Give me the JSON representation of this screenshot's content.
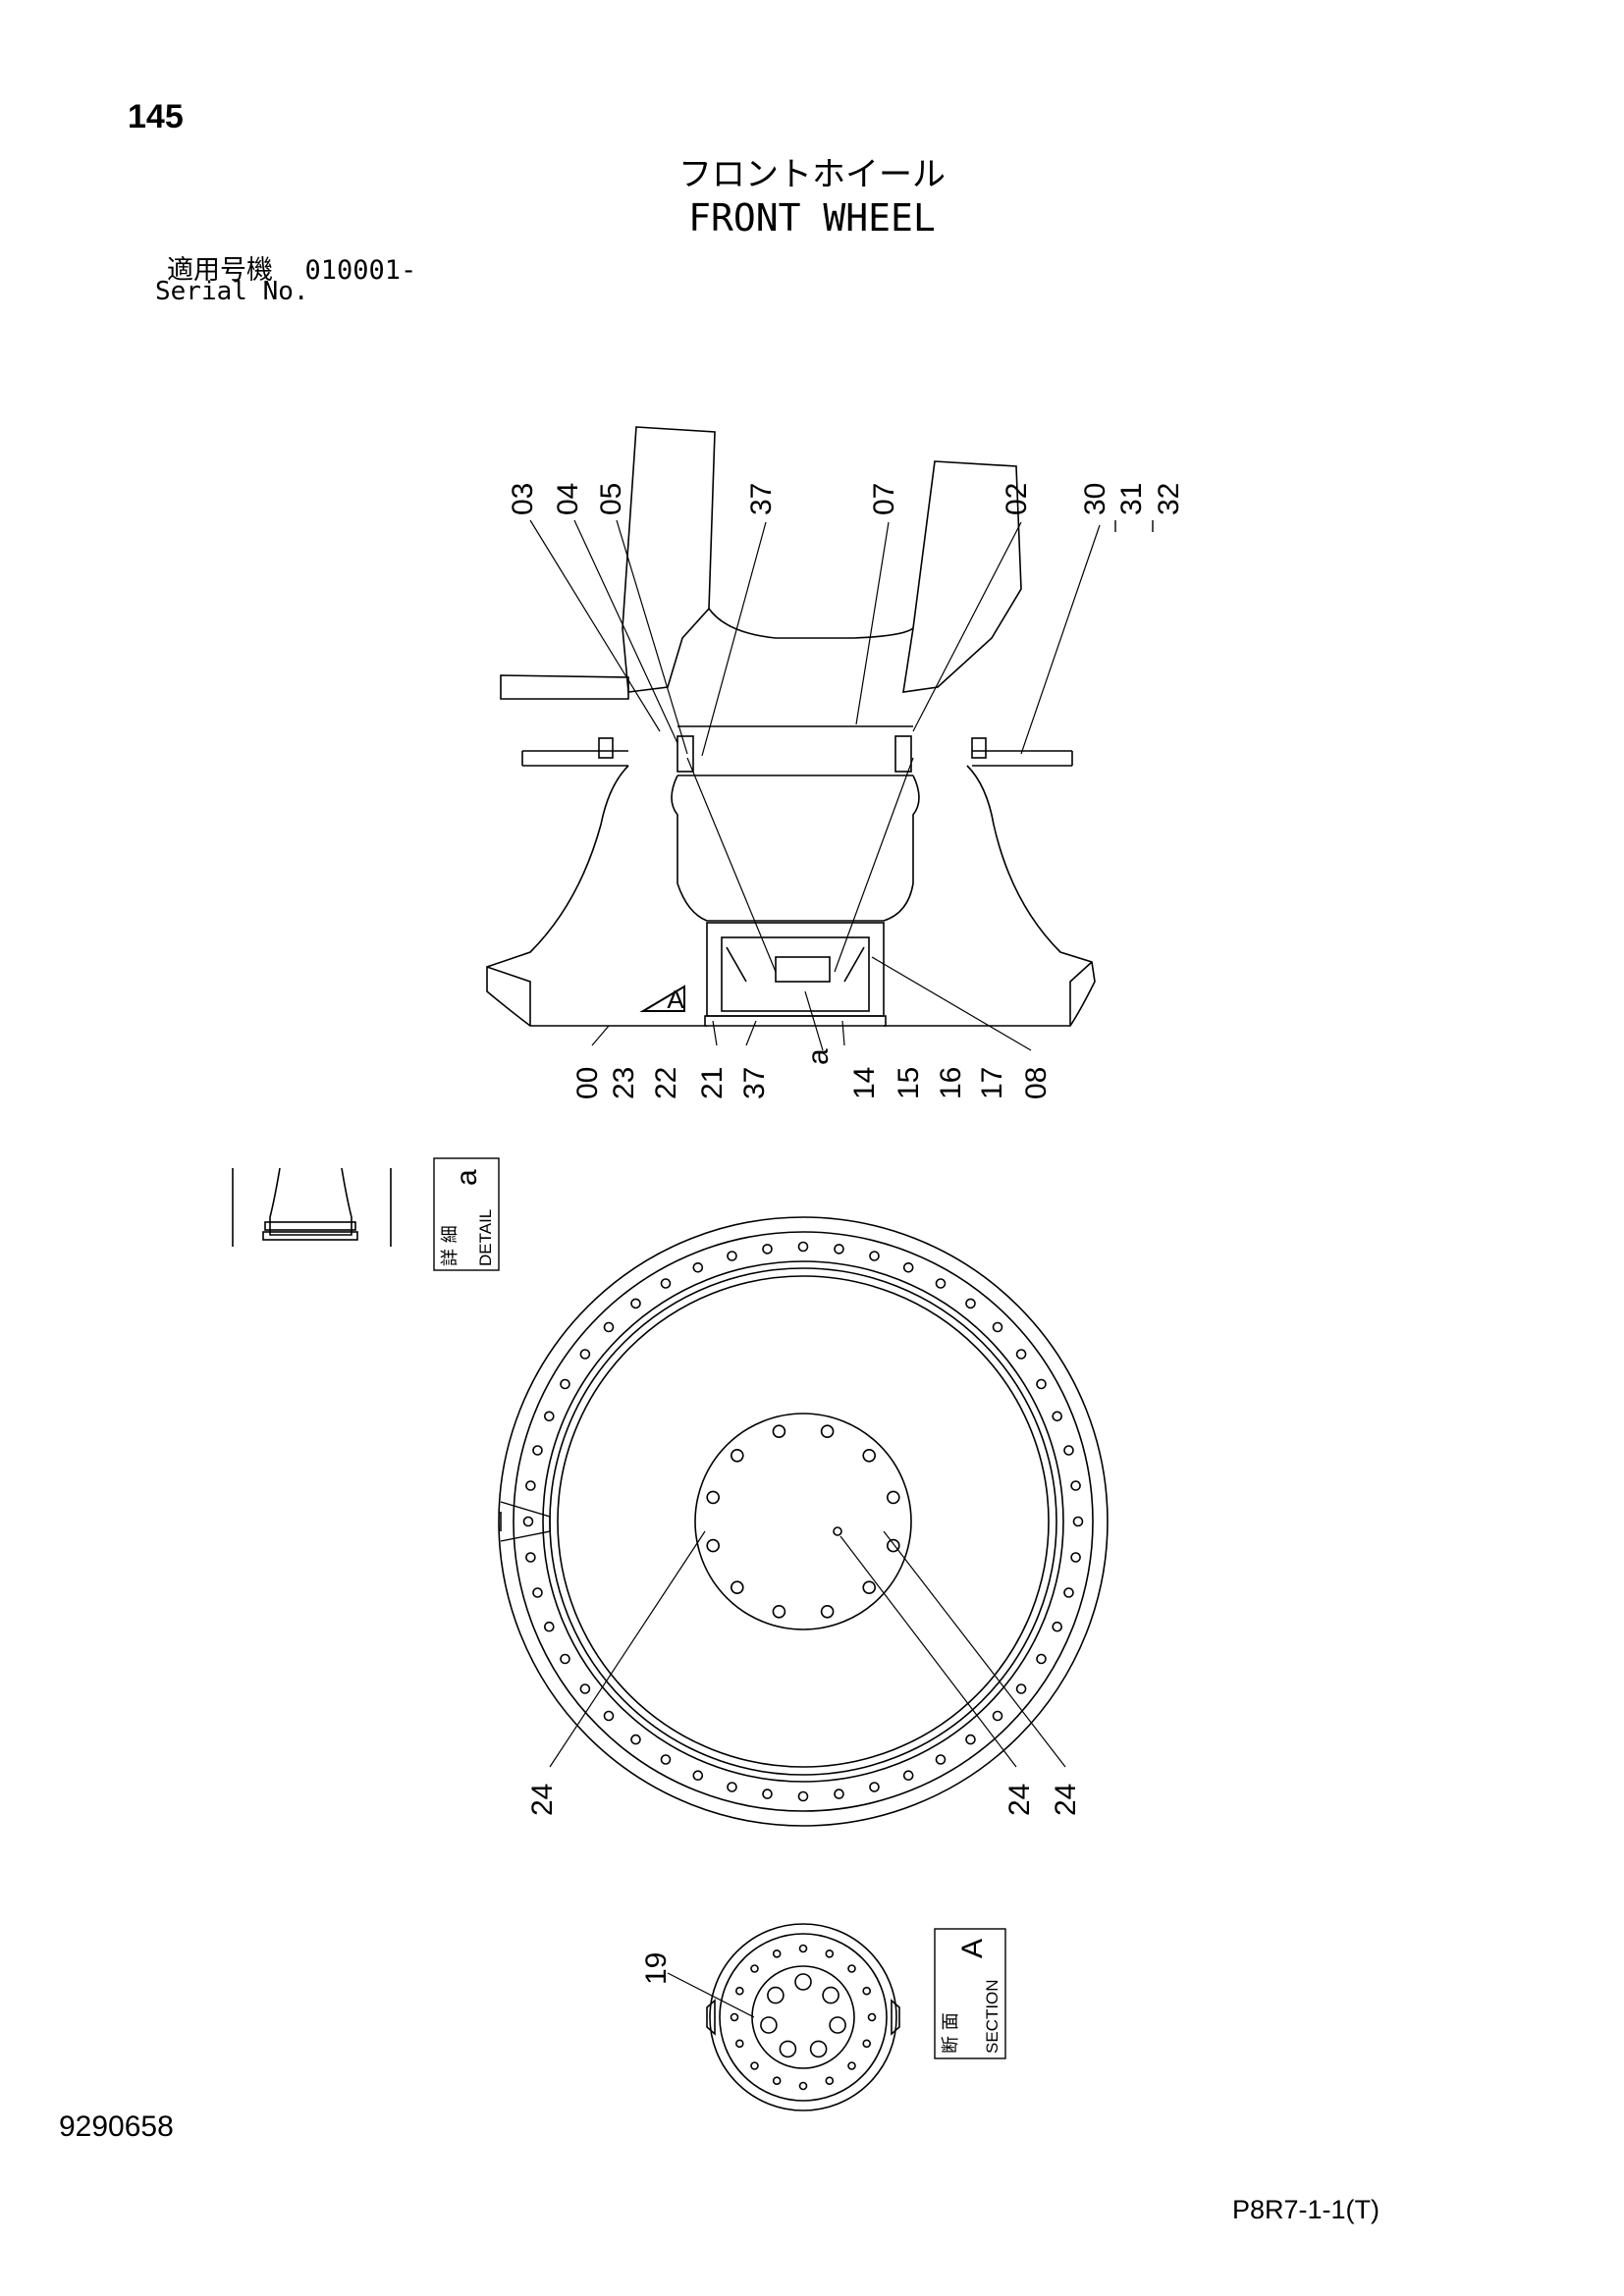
{
  "header": {
    "page_number": "145",
    "title_jp": "フロントホイール",
    "title_en": "FRONT WHEEL",
    "serial_label_jp": "適用号機",
    "serial_value": "010001-",
    "serial_label_en": "Serial No."
  },
  "callouts_top": [
    "03",
    "04",
    "05",
    "37",
    "07",
    "02",
    "30",
    "31",
    "32"
  ],
  "callouts_bottom": [
    "00",
    "23",
    "22",
    "21",
    "37",
    "a",
    "14",
    "15",
    "16",
    "17",
    "08"
  ],
  "callouts_wheel": [
    "24",
    "24",
    "24"
  ],
  "callout_section": "19",
  "detail_box": {
    "jp": "詳 細",
    "en": "DETAIL",
    "letter": "a"
  },
  "section_box": {
    "jp": "断 面",
    "en": "SECTION",
    "letter": "A"
  },
  "section_marker": "A",
  "footer": {
    "drawing_no": "9290658",
    "page_code": "P8R7-1-1(T)"
  }
}
